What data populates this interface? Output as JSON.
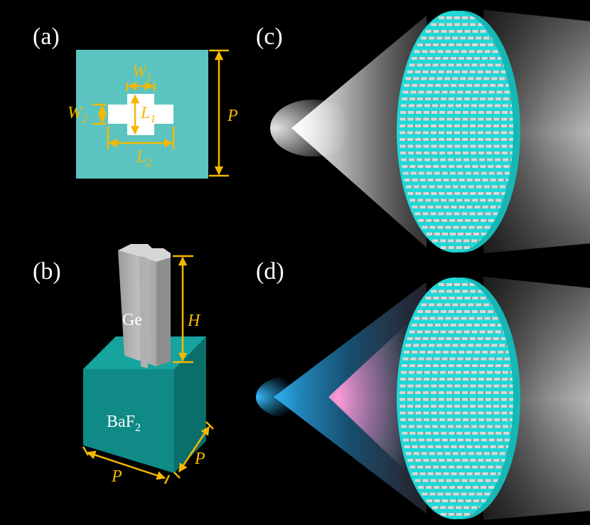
{
  "panels": {
    "a": {
      "label": "(a)",
      "dims": {
        "W1": {
          "letter": "W",
          "sub": "1"
        },
        "W2": {
          "letter": "W",
          "sub": "2"
        },
        "L1": {
          "letter": "L",
          "sub": "1"
        },
        "L2": {
          "letter": "L",
          "sub": "2"
        },
        "P": "P"
      }
    },
    "b": {
      "label": "(b)",
      "pillar_material": "Ge",
      "substrate_material": {
        "base": "BaF",
        "sub": "2"
      },
      "dims": {
        "H": "H",
        "P_front": "P",
        "P_side": "P"
      }
    },
    "c": {
      "label": "(c)"
    },
    "d": {
      "label": "(d)"
    }
  },
  "colors": {
    "background": "#000000",
    "unit_cell": "#5cc4c0",
    "dimension": "#f5b800",
    "substrate_front": "#0f8a86",
    "substrate_side": "#0a6e6b",
    "substrate_top": "#17a39e",
    "metalens_rim": "#1fd8d6",
    "pillar": "#c8c8c8",
    "beam_blue": "#2aa8e8",
    "beam_pink": "#e68ac4"
  }
}
